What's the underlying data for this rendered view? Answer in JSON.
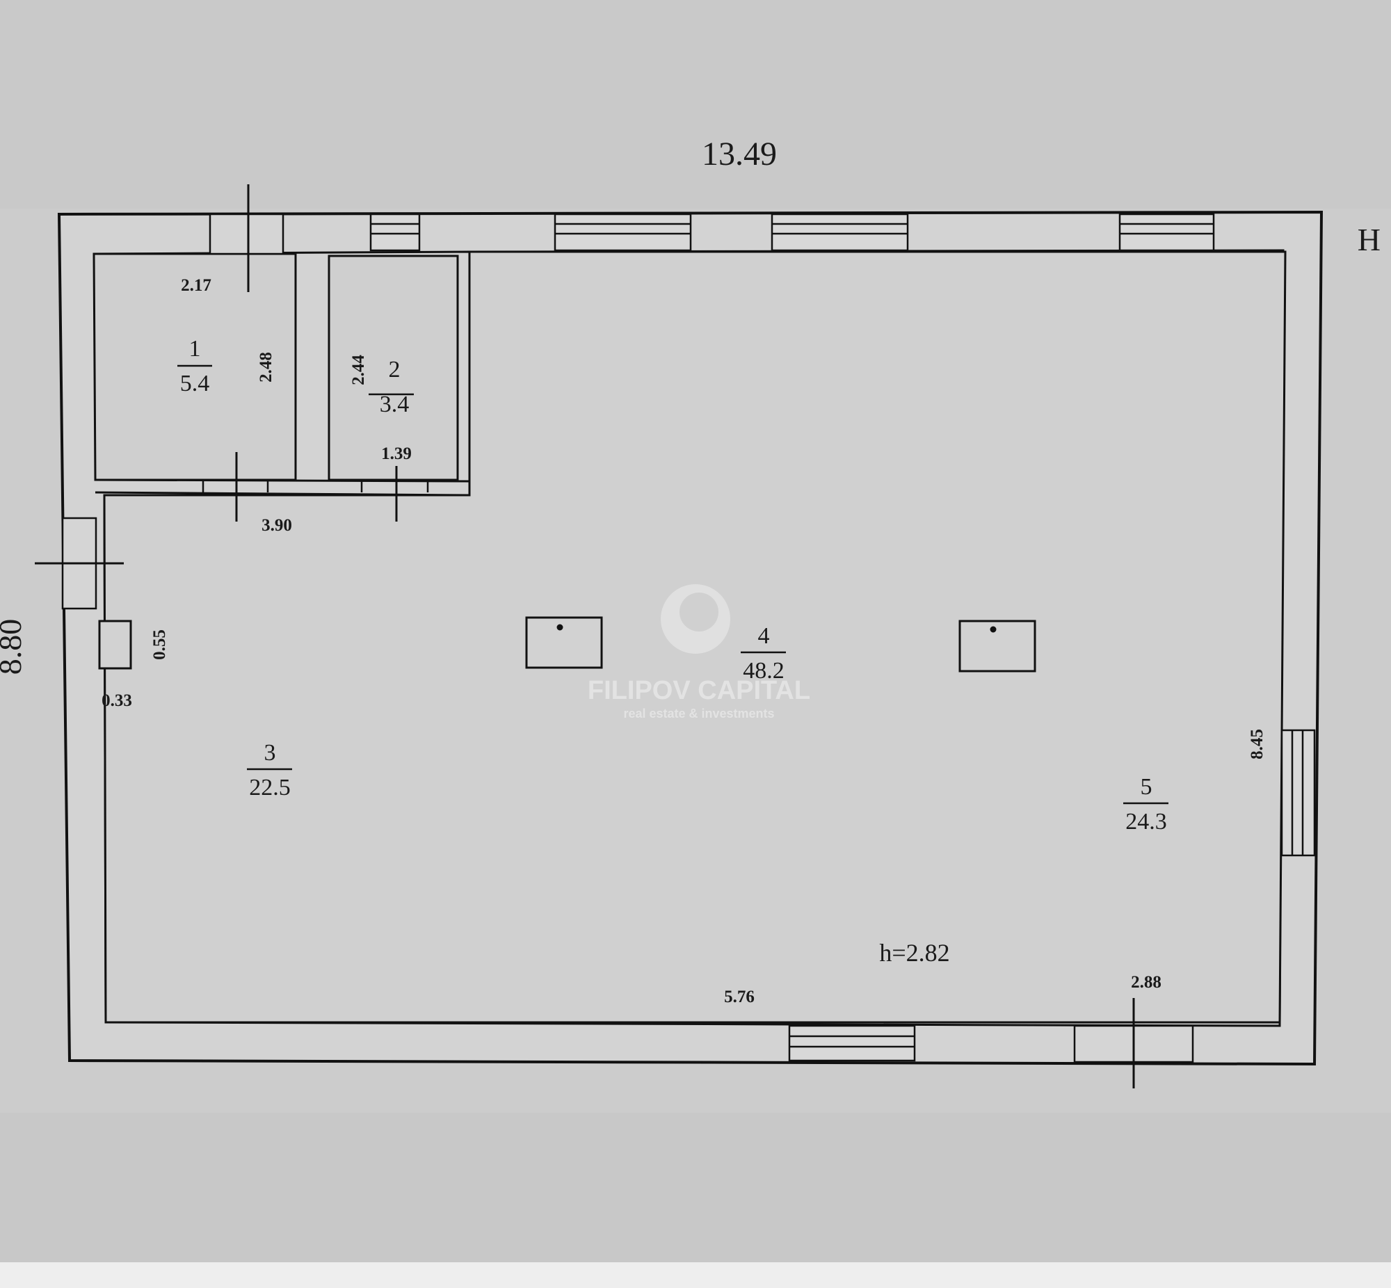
{
  "plan": {
    "overall_width": "13.49",
    "overall_depth": "8.80",
    "edge_mark": "H",
    "ceiling_height": "h=2.82",
    "rooms": [
      {
        "number": "1",
        "area": "5.4"
      },
      {
        "number": "2",
        "area": "3.4"
      },
      {
        "number": "3",
        "area": "22.5"
      },
      {
        "number": "4",
        "area": "48.2"
      },
      {
        "number": "5",
        "area": "24.3"
      }
    ],
    "dimensions": {
      "room1_width": "2.17",
      "room1_depth": "2.48",
      "room2_depth": "2.44",
      "room2_width": "1.39",
      "corridor_width": "3.90",
      "niche_depth": "0.55",
      "niche_width": "0.33",
      "right_depth": "8.45",
      "bottom_length": "5.76",
      "bottom_right": "2.88"
    }
  },
  "watermark": {
    "name": "FILIPOV CAPITAL",
    "tagline": "real estate & investments"
  }
}
